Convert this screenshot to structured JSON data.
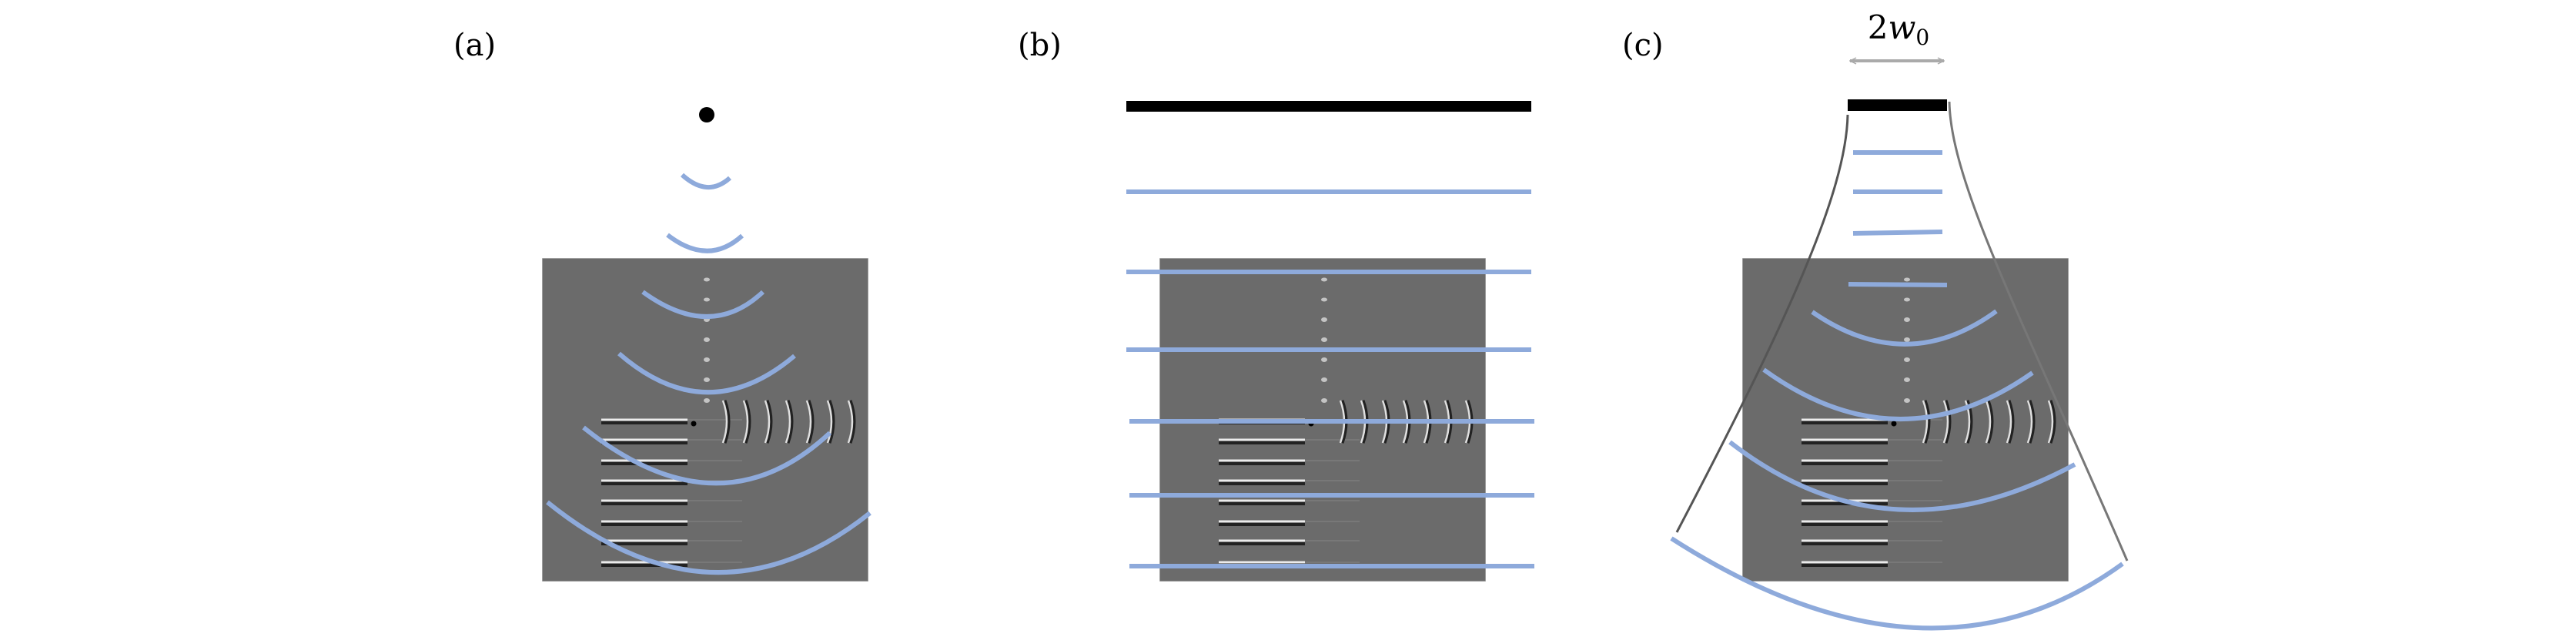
{
  "panels": {
    "a": {
      "label": "(a)"
    },
    "b": {
      "label": "(b)"
    },
    "c": {
      "label": "(c)",
      "beam_width": {
        "coefficient": "2",
        "symbol": "w",
        "subscript": "0"
      }
    }
  },
  "colors": {
    "wavefront": "#8eaadb",
    "source": "#000000",
    "envelope": "#555555",
    "arrow": "#aaaaaa",
    "image_background": "#6b6b6b"
  }
}
